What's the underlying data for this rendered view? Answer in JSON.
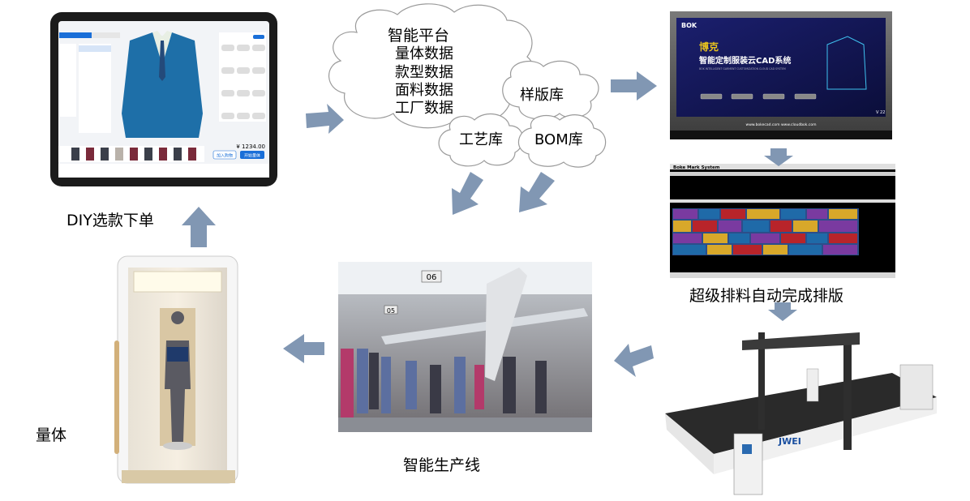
{
  "colors": {
    "arrow": "#8197b3",
    "cloud_stroke": "#9a9a9a",
    "cloud_fill": "#ffffff",
    "tablet_accent": "#1a6fd8",
    "suit_blue": "#1e6fa8"
  },
  "cloud": {
    "main_title": "智能平台",
    "main_items": [
      "量体数据",
      "款型数据",
      "面料数据",
      "工厂数据"
    ],
    "sample_lib": "样版库",
    "process_lib": "工艺库",
    "bom_lib": "BOM库"
  },
  "labels": {
    "diy": "DIY选款下单",
    "measure": "量体",
    "production": "智能生产线",
    "marker": "超级排料自动完成排版"
  },
  "tablet": {
    "price": "¥ 1234.00",
    "add_cart": "加入购物",
    "start": "开始量体"
  },
  "cad_screen": {
    "logo": "BOK",
    "brand": "博克",
    "title": "智能定制服装云CAD系统",
    "subtitle": "BOK INTELLIGENT GARMENT CUSTOMIZATION CLOUD CAD SYSTEM",
    "version": "V 22",
    "urls": "www.bokecad.com  www.cloudbok.com"
  },
  "marker_window": {
    "title": "Boke Mark System"
  },
  "cutter": {
    "logo": "JWEI"
  },
  "production_signs": [
    "06",
    "05"
  ],
  "icons": [
    "arrow-right",
    "arrow-down",
    "arrow-left",
    "arrow-up",
    "arrow-down-left",
    "arrow-up-left"
  ]
}
